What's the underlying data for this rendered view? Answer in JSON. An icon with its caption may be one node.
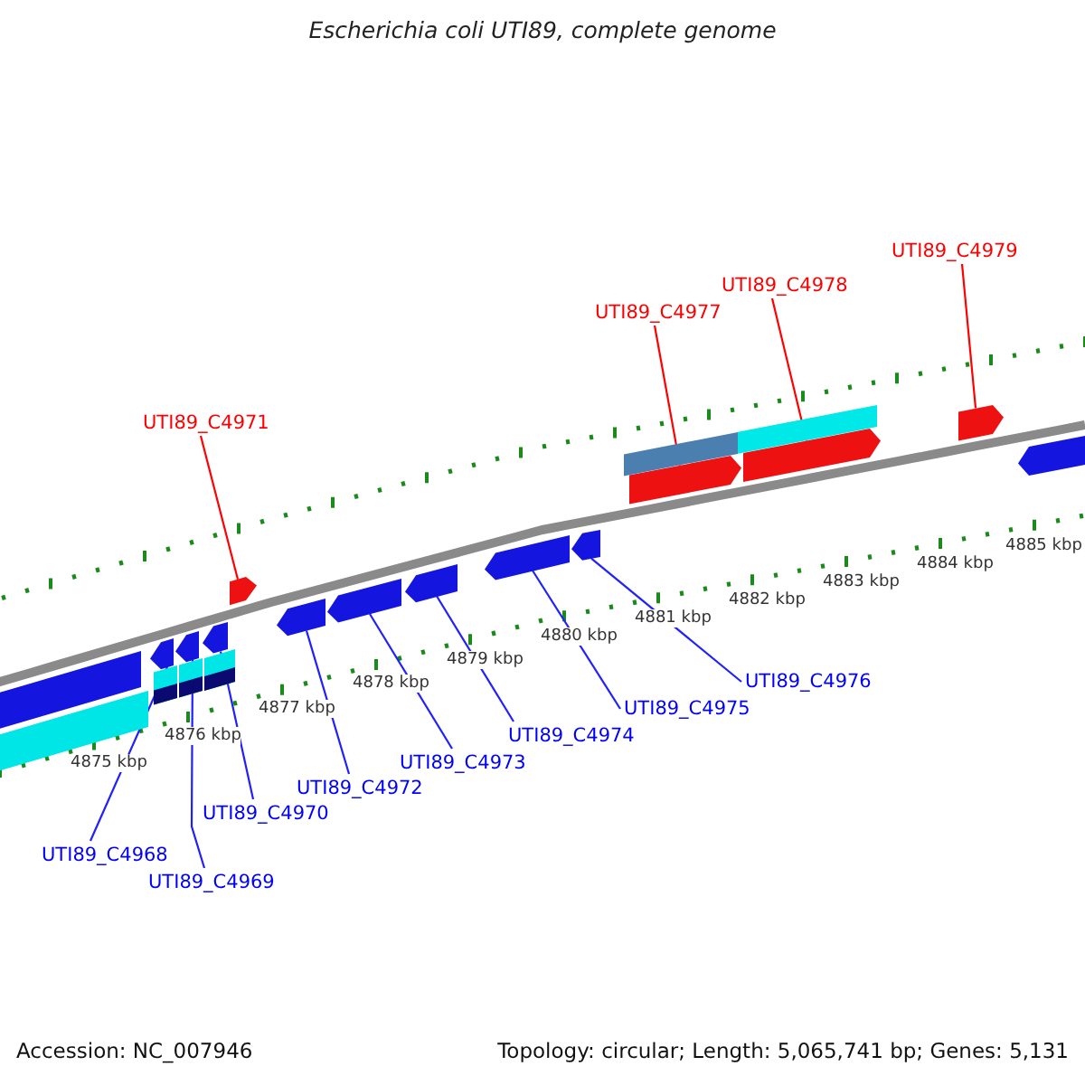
{
  "diagram": {
    "title": "Escherichia coli UTI89, complete genome",
    "nodes": [
      {
        "text": [
          "UTI89_C4979"
        ]
      },
      {
        "text": [
          "UTI89_C4978"
        ]
      },
      {
        "text": [
          "UTI89_C4977"
        ]
      },
      {
        "text": [
          "UTI89_C4971"
        ]
      },
      {
        "text": [
          "UTI89_C4976"
        ]
      },
      {
        "text": [
          "UTI89_C4975"
        ]
      },
      {
        "text": [
          "UTI89_C4974"
        ]
      },
      {
        "text": [
          "UTI89_C4973"
        ]
      },
      {
        "text": [
          "UTI89_C4972"
        ]
      },
      {
        "text": [
          "UTI89_C4970"
        ]
      },
      {
        "text": [
          "UTI89_C4968"
        ]
      },
      {
        "text": [
          "UTI89_C4969"
        ]
      },
      {
        "text": [],
        "shape": "arrow"
      },
      {
        "text": [],
        "shape": "arrow"
      },
      {
        "text": [],
        "shape": "arrow"
      },
      {
        "text": [],
        "shape": "arrow"
      },
      {
        "text": [],
        "shape": "arrow"
      },
      {
        "text": [],
        "shape": "arrow"
      },
      {
        "text": [],
        "shape": "arrow"
      },
      {
        "text": [],
        "shape": "arrow"
      },
      {
        "text": [],
        "shape": "arrow"
      },
      {
        "text": [],
        "shape": "arrow"
      },
      {
        "text": [],
        "shape": "arrow"
      },
      {
        "text": [],
        "shape": "arrow"
      },
      {
        "text": [],
        "shape": "bar"
      },
      {
        "text": [],
        "shape": "bar"
      },
      {
        "text": [],
        "shape": "bar"
      },
      {
        "text": [],
        "shape": "bar"
      },
      {
        "text": [],
        "shape": "bar"
      },
      {
        "text": [],
        "shape": "bar"
      },
      {
        "text": [],
        "shape": "bar"
      },
      {
        "text": [],
        "shape": "arrow"
      }
    ],
    "edges": [
      {
        "from": 0,
        "to": 23,
        "arrow": "none",
        "color": "#ff0000"
      },
      {
        "from": 1,
        "to": 22,
        "arrow": "none",
        "color": "#ff0000"
      },
      {
        "from": 2,
        "to": 21,
        "arrow": "none",
        "color": "#ff0000"
      },
      {
        "from": 3,
        "to": 15,
        "arrow": "none",
        "color": "#ff0000"
      },
      {
        "from": 4,
        "to": 20,
        "arrow": "none"
      },
      {
        "from": 5,
        "to": 19,
        "arrow": "none"
      },
      {
        "from": 6,
        "to": 18,
        "arrow": "none"
      },
      {
        "from": 7,
        "to": 17,
        "arrow": "none"
      },
      {
        "from": 8,
        "to": 16,
        "arrow": "none"
      },
      {
        "from": 9,
        "to": 14,
        "arrow": "none"
      },
      {
        "from": 10,
        "to": 12,
        "arrow": "none"
      },
      {
        "from": 11,
        "to": 13,
        "arrow": "none"
      }
    ],
    "labels": [
      "4875 kbp",
      "4876 kbp",
      "4877 kbp",
      "4878 kbp",
      "4879 kbp",
      "4880 kbp",
      "4881 kbp",
      "4882 kbp",
      "4883 kbp",
      "4884 kbp",
      "4885 kbp",
      "Accession: NC_007946",
      "Topology: circular; Length: 5,065,741 bp; Genes: 5,131"
    ]
  }
}
